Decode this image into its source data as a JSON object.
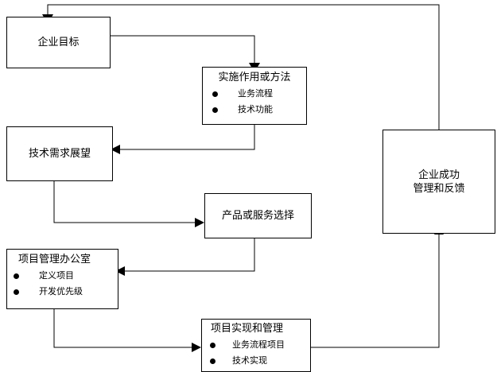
{
  "diagram": {
    "title": "Enterprise goals to project delivery flow",
    "stroke_color": "#000000",
    "background_color": "#ffffff",
    "nodes": [
      {
        "id": "enterprise-goals",
        "label": "企业目标",
        "bullets": []
      },
      {
        "id": "implementation-role-or-method",
        "label": "实施作用或方法",
        "bullets": [
          "业务流程",
          "技术功能"
        ]
      },
      {
        "id": "technology-demand-outlook",
        "label": "技术需求展望",
        "bullets": []
      },
      {
        "id": "product-or-service-selection",
        "label": "产品或服务选择",
        "bullets": []
      },
      {
        "id": "project-management-office",
        "label": "项目管理办公室",
        "bullets": [
          "定义项目",
          "开发优先级"
        ]
      },
      {
        "id": "project-implementation-management",
        "label": "项目实现和管理",
        "bullets": [
          "业务流程项目",
          "技术实现"
        ]
      },
      {
        "id": "enterprise-success",
        "label_line1": "企业成功",
        "label_line2": "管理和反馈",
        "bullets": []
      }
    ],
    "connectors": [
      {
        "id": "success-to-goals",
        "from": "enterprise-success",
        "to": "enterprise-goals"
      },
      {
        "id": "goals-to-implementation",
        "from": "enterprise-goals",
        "to": "implementation-role-or-method"
      },
      {
        "id": "implementation-to-demand",
        "from": "implementation-role-or-method",
        "to": "technology-demand-outlook"
      },
      {
        "id": "demand-to-product",
        "from": "technology-demand-outlook",
        "to": "product-or-service-selection"
      },
      {
        "id": "product-to-pmo",
        "from": "product-or-service-selection",
        "to": "project-management-office"
      },
      {
        "id": "pmo-to-project",
        "from": "project-management-office",
        "to": "project-implementation-management"
      },
      {
        "id": "project-to-success",
        "from": "project-implementation-management",
        "to": "enterprise-success"
      }
    ]
  }
}
